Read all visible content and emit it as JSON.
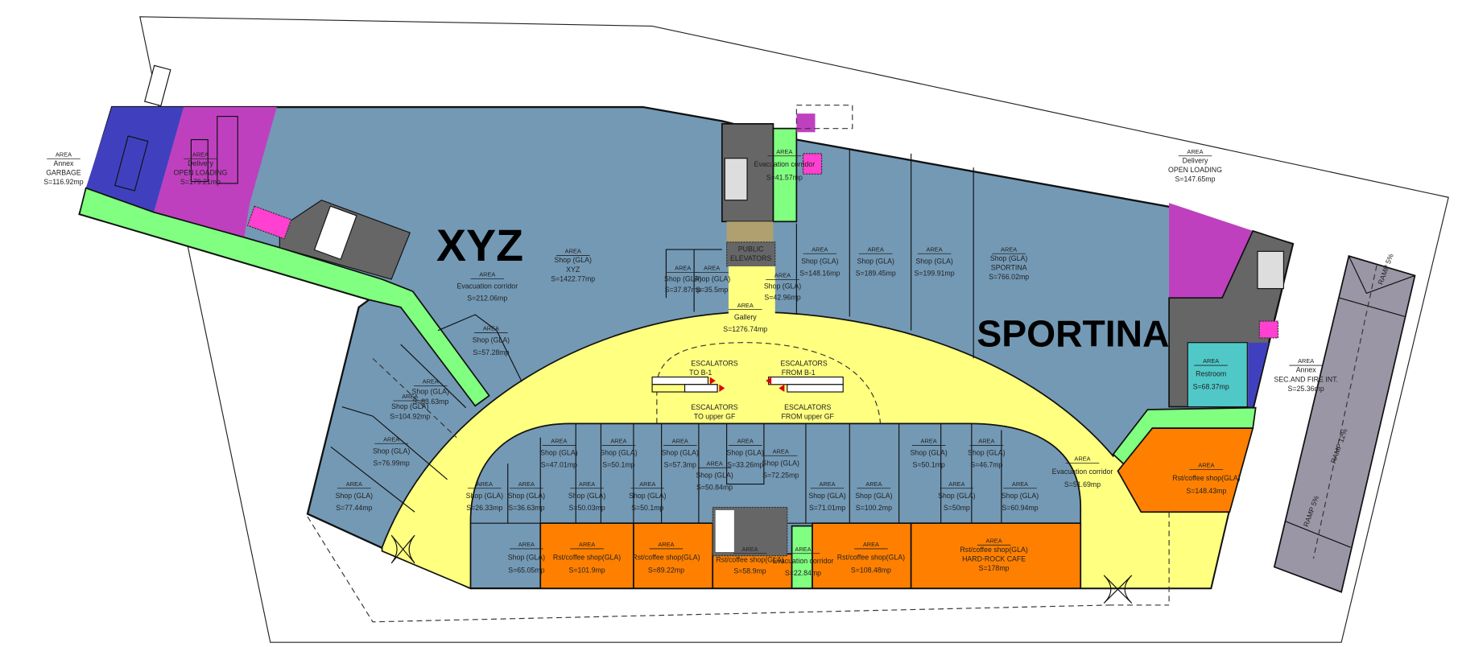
{
  "plan": {
    "big_labels": {
      "xyz": "XYZ",
      "sportina": "SPORTINA"
    },
    "ramps": {
      "ramp_top": "RAMP 5%",
      "ramp_12": "RAMP 12%",
      "ramp_bottom": "RAMP 5%"
    },
    "elevators": [
      "PUBLIC",
      "ELEVATORS"
    ],
    "escalators": {
      "to_b1": [
        "ESCALATORS",
        "TO B-1"
      ],
      "from_b1": [
        "ESCALATORS",
        "FROM B-1"
      ],
      "to_upper": [
        "ESCALATORS",
        "TO upper GF"
      ],
      "from_upper": [
        "ESCALATORS",
        "FROM upper GF"
      ]
    },
    "areas": [
      {
        "id": "garbage",
        "lines": [
          "AREA",
          "Annex",
          "GARBAGE",
          "S=116.92mp"
        ]
      },
      {
        "id": "delivery_left",
        "lines": [
          "AREA",
          "Delivery",
          "OPEN LOADING",
          "S=179.21mp"
        ]
      },
      {
        "id": "evac_left",
        "lines": [
          "AREA",
          "Evacuation corridor",
          "S=212.06mp"
        ]
      },
      {
        "id": "shop_xyz",
        "lines": [
          "AREA",
          "Shop (GLA)",
          "XYZ",
          "S=1422.77mp"
        ]
      },
      {
        "id": "shop_37",
        "lines": [
          "AREA",
          "Shop (GLA)",
          "S=37.87mp"
        ]
      },
      {
        "id": "shop_35",
        "lines": [
          "AREA",
          "Shop (GLA)",
          "S=35.5mp"
        ]
      },
      {
        "id": "shop_42",
        "lines": [
          "AREA",
          "Shop (GLA)",
          "S=42.96mp"
        ]
      },
      {
        "id": "evac_top",
        "lines": [
          "AREA",
          "Evacuation corridor",
          "S=41.57mp"
        ]
      },
      {
        "id": "gallery",
        "lines": [
          "AREA",
          "Gallery",
          "S=1276.74mp"
        ]
      },
      {
        "id": "shop_148",
        "lines": [
          "AREA",
          "Shop (GLA)",
          "S=148.16mp"
        ]
      },
      {
        "id": "shop_189",
        "lines": [
          "AREA",
          "Shop (GLA)",
          "S=189.45mp"
        ]
      },
      {
        "id": "shop_199",
        "lines": [
          "AREA",
          "Shop (GLA)",
          "S=199.91mp"
        ]
      },
      {
        "id": "shop_sportina",
        "lines": [
          "AREA",
          "Shop (GLA)",
          "SPORTINA",
          "S=766.02mp"
        ]
      },
      {
        "id": "delivery_right",
        "lines": [
          "AREA",
          "Delivery",
          "OPEN LOADING",
          "S=147.65mp"
        ]
      },
      {
        "id": "restroom",
        "lines": [
          "AREA",
          "Restroom",
          "S=68.37mp"
        ]
      },
      {
        "id": "annex_sec",
        "lines": [
          "AREA",
          "Annex",
          "SEC.AND FIRE INT.",
          "S=25.36mp"
        ]
      },
      {
        "id": "shop_57_28",
        "lines": [
          "AREA",
          "Shop (GLA)",
          "S=57.28mp"
        ]
      },
      {
        "id": "shop_83",
        "lines": [
          "AREA",
          "Shop (GLA)",
          "S=83.63mp"
        ]
      },
      {
        "id": "shop_104",
        "lines": [
          "AREA",
          "Shop (GLA)",
          "S=104.92mp"
        ]
      },
      {
        "id": "shop_76",
        "lines": [
          "AREA",
          "Shop (GLA)",
          "S=76.99mp"
        ]
      },
      {
        "id": "shop_77",
        "lines": [
          "AREA",
          "Shop (GLA)",
          "S=77.44mp"
        ]
      },
      {
        "id": "shop_26",
        "lines": [
          "AREA",
          "Shop (GLA)",
          "S=26.33mp"
        ]
      },
      {
        "id": "shop_36",
        "lines": [
          "AREA",
          "Shop (GLA)",
          "S=36.63mp"
        ]
      },
      {
        "id": "shop_47",
        "lines": [
          "AREA",
          "Shop (GLA)",
          "S=47.01mp"
        ]
      },
      {
        "id": "shop_50_03",
        "lines": [
          "AREA",
          "Shop (GLA)",
          "S=50.03mp"
        ]
      },
      {
        "id": "shop_50_1a",
        "lines": [
          "AREA",
          "Shop (GLA)",
          "S=50.1mp"
        ]
      },
      {
        "id": "shop_50_1b",
        "lines": [
          "AREA",
          "Shop (GLA)",
          "S=50.1mp"
        ]
      },
      {
        "id": "shop_57_3",
        "lines": [
          "AREA",
          "Shop (GLA)",
          "S=57.3mp"
        ]
      },
      {
        "id": "shop_50_84",
        "lines": [
          "AREA",
          "Shop (GLA)",
          "S=50.84mp"
        ]
      },
      {
        "id": "shop_33",
        "lines": [
          "AREA",
          "Shop (GLA)",
          "S=33.26mp"
        ]
      },
      {
        "id": "shop_72",
        "lines": [
          "AREA",
          "Shop (GLA)",
          "S=72.25mp"
        ]
      },
      {
        "id": "shop_71",
        "lines": [
          "AREA",
          "Shop (GLA)",
          "S=71.01mp"
        ]
      },
      {
        "id": "shop_100",
        "lines": [
          "AREA",
          "Shop (GLA)",
          "S=100.2mp"
        ]
      },
      {
        "id": "shop_50_1c",
        "lines": [
          "AREA",
          "Shop (GLA)",
          "S=50.1mp"
        ]
      },
      {
        "id": "shop_50",
        "lines": [
          "AREA",
          "Shop (GLA)",
          "S=50mp"
        ]
      },
      {
        "id": "shop_46",
        "lines": [
          "AREA",
          "Shop (GLA)",
          "S=46.7mp"
        ]
      },
      {
        "id": "shop_60",
        "lines": [
          "AREA",
          "Shop (GLA)",
          "S=60.94mp"
        ]
      },
      {
        "id": "shop_65",
        "lines": [
          "AREA",
          "Shop (GLA)",
          "S=65.05mp"
        ]
      },
      {
        "id": "rst_101",
        "lines": [
          "AREA",
          "Rst/coffee shop(GLA)",
          "S=101.9mp"
        ]
      },
      {
        "id": "rst_89",
        "lines": [
          "AREA",
          "Rst/coffee shop(GLA)",
          "S=89.22mp"
        ]
      },
      {
        "id": "rst_58",
        "lines": [
          "AREA",
          "Rst/coffee shop(GLA)",
          "S=58.9mp"
        ]
      },
      {
        "id": "evac_bottom",
        "lines": [
          "AREA",
          "Evacuation corridor",
          "S=22.84mp"
        ]
      },
      {
        "id": "rst_108",
        "lines": [
          "AREA",
          "Rst/coffee shop(GLA)",
          "S=108.48mp"
        ]
      },
      {
        "id": "rst_hardrock",
        "lines": [
          "AREA",
          "Rst/coffee shop(GLA)",
          "HARD-ROCK CAFE",
          "S=178mp"
        ]
      },
      {
        "id": "evac_right",
        "lines": [
          "AREA",
          "Evacuation corridor",
          "S=51.69mp"
        ]
      },
      {
        "id": "rst_148",
        "lines": [
          "AREA",
          "Rst/coffee shop(GLA)",
          "S=148.43mp"
        ]
      }
    ]
  },
  "colors": {
    "shop": "#7399b5",
    "gallery": "#ffff80",
    "corridor": "#80ff80",
    "restaurant": "#ff8000",
    "delivery": "#bf40bf",
    "annex": "#4040bf",
    "service": "#666666",
    "restroom": "#50c8c8",
    "ramp": "#9a96a6",
    "elevator": "#ff40d0"
  }
}
